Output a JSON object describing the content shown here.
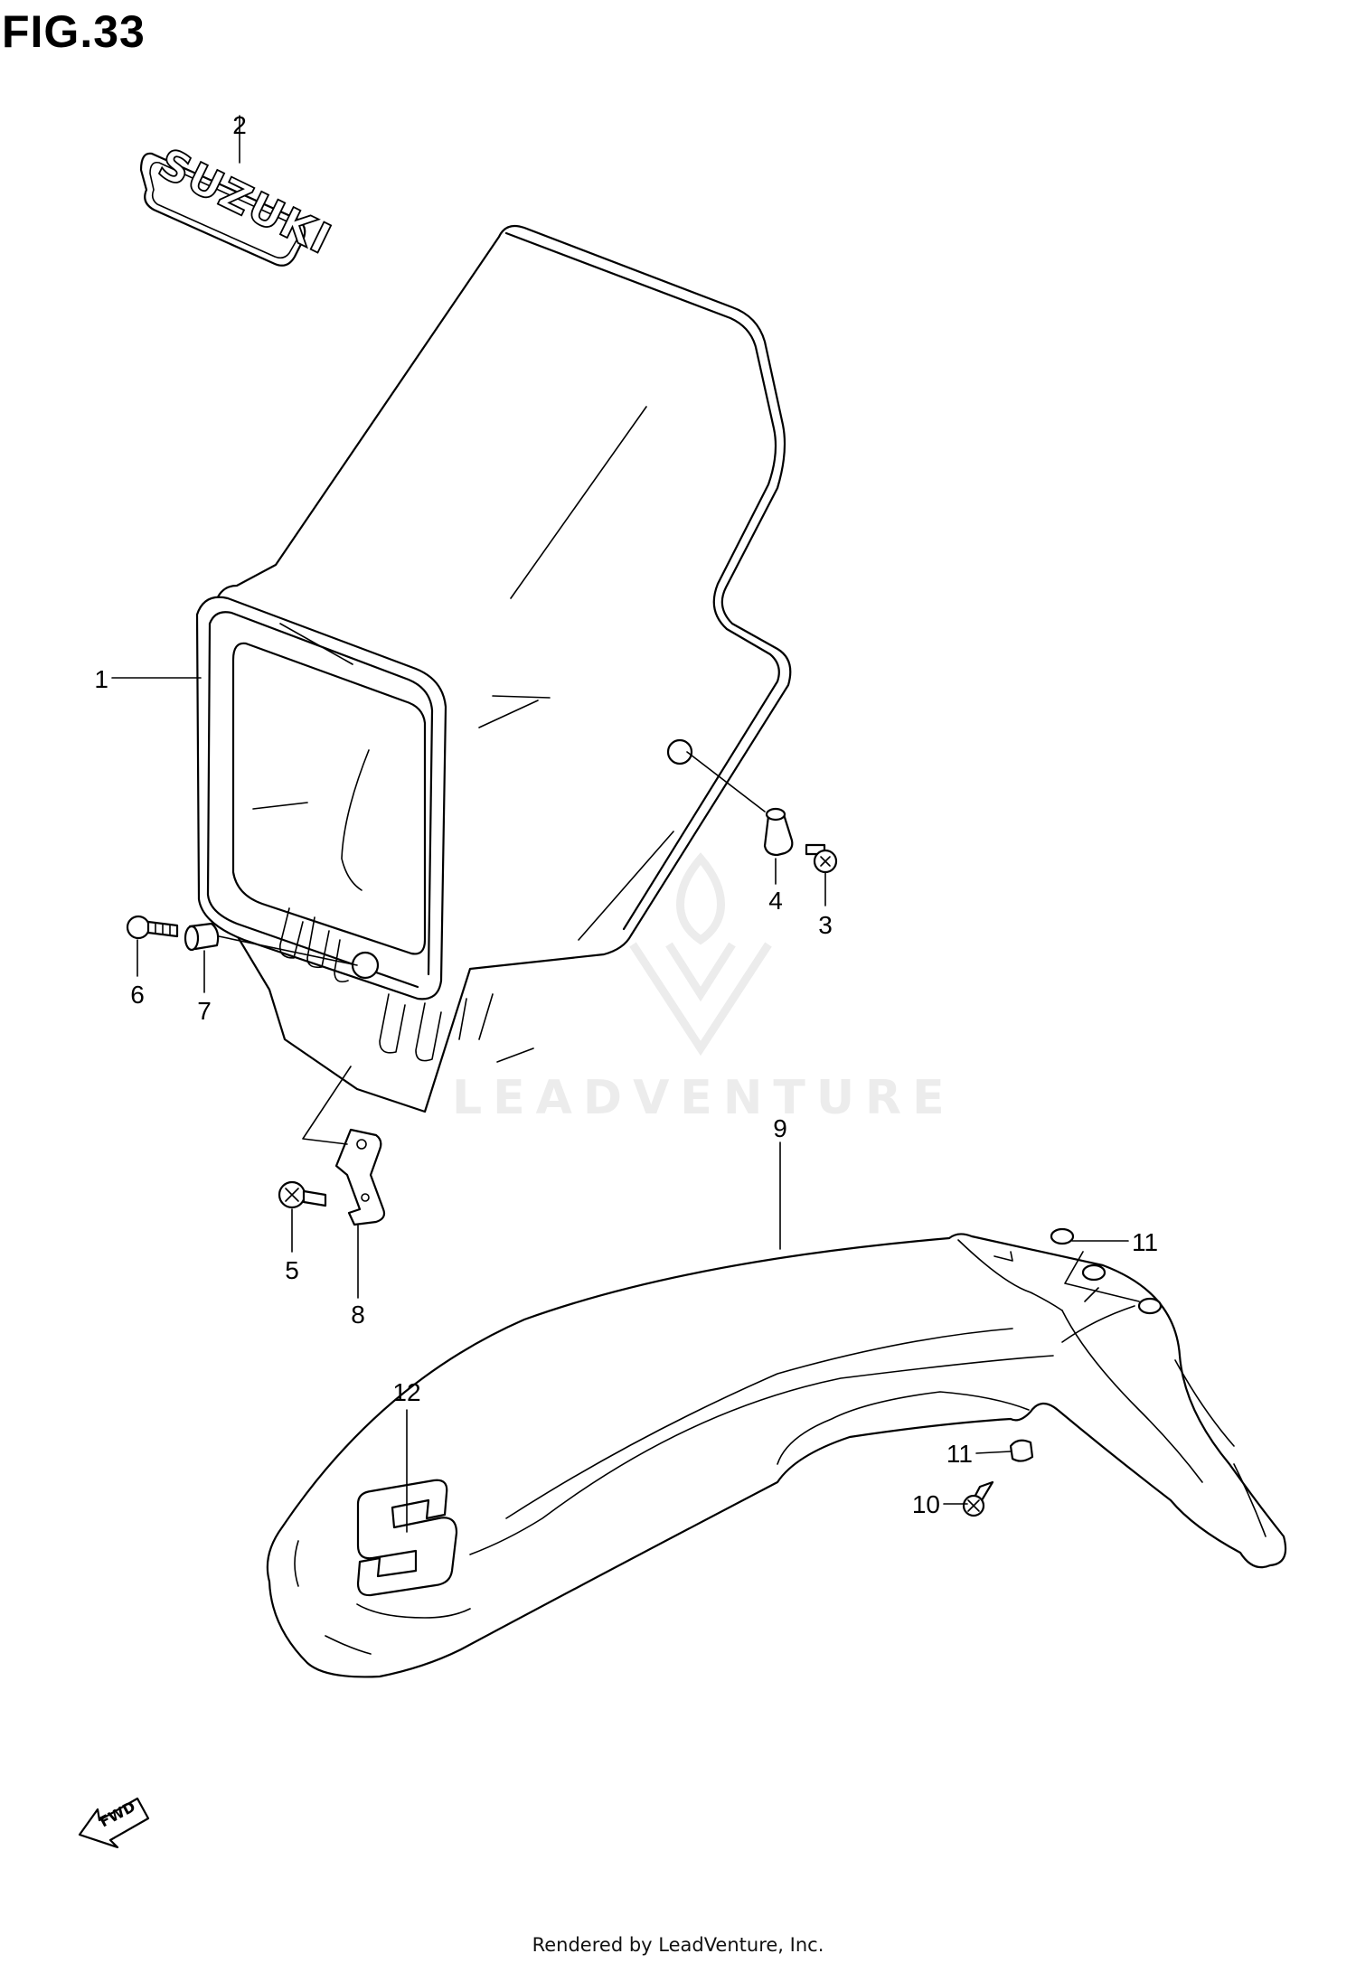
{
  "figure": {
    "title": "FIG.33"
  },
  "labels": [
    "1",
    "2",
    "3",
    "4",
    "5",
    "6",
    "7",
    "8",
    "9",
    "10",
    "11",
    "11",
    "12"
  ],
  "decal": {
    "text": "SUZUKI"
  },
  "fwd_arrow": {
    "text": "FWD"
  },
  "watermark": {
    "text": "LEADVENTURE"
  },
  "footer": {
    "text": "Rendered by LeadVenture, Inc."
  },
  "colors": {
    "ink": "#000000",
    "background": "#ffffff",
    "watermark": "#ececec"
  }
}
